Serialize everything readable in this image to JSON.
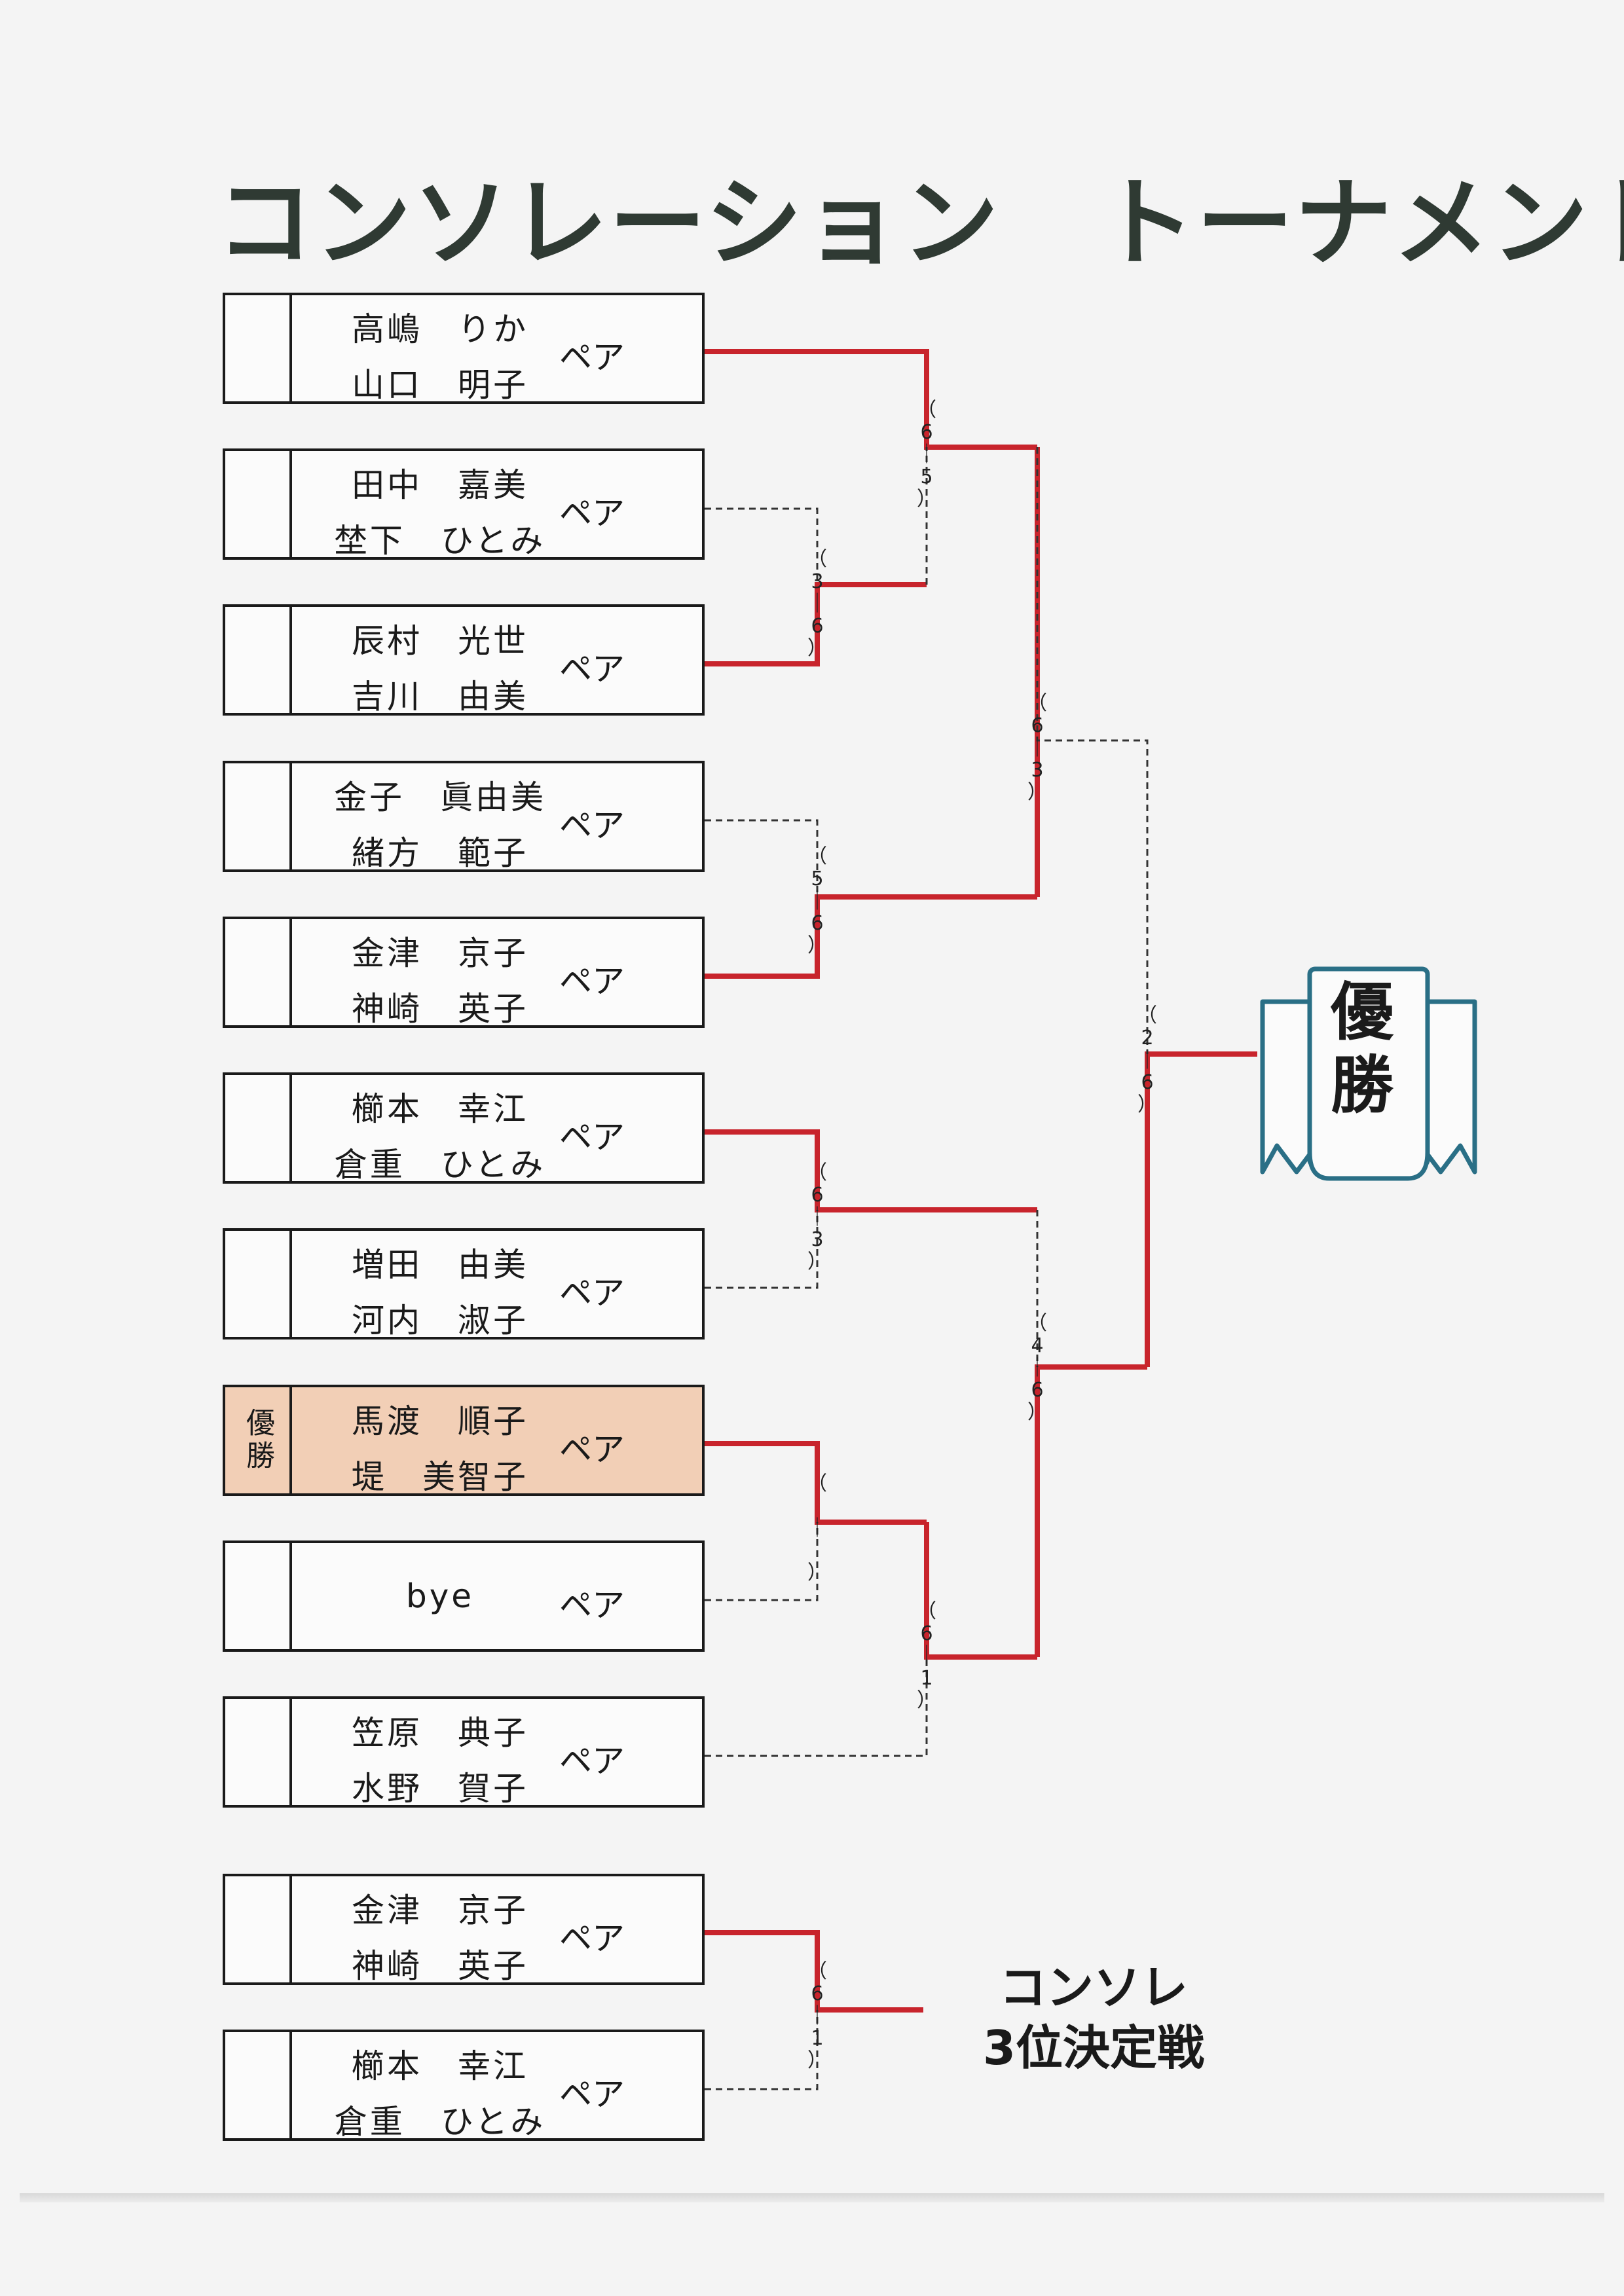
{
  "title": "コンソレーション　トーナメント",
  "pair_suffix": "ペア",
  "entries": [
    {
      "name1": "高嶋　りか",
      "name2": "山口　明子"
    },
    {
      "name1": "田中　嘉美",
      "name2": "埜下　ひとみ"
    },
    {
      "name1": "辰村　光世",
      "name2": "吉川　由美"
    },
    {
      "name1": "金子　眞由美",
      "name2": "緒方　範子"
    },
    {
      "name1": "金津　京子",
      "name2": "神崎　英子"
    },
    {
      "name1": "櫛本　幸江",
      "name2": "倉重　ひとみ"
    },
    {
      "name1": "増田　由美",
      "name2": "河内　淑子"
    },
    {
      "name1": "馬渡　順子",
      "name2": "堤　美智子",
      "badge": "優勝"
    },
    {
      "name1": "bye",
      "name2": ""
    },
    {
      "name1": "笠原　典子",
      "name2": "水野　賀子"
    }
  ],
  "third_place": [
    {
      "name1": "金津　京子",
      "name2": "神崎　英子"
    },
    {
      "name1": "櫛本　幸江",
      "name2": "倉重　ひとみ"
    }
  ],
  "scores": {
    "r1_2v3": [
      "3",
      "6"
    ],
    "r1_4v5": [
      "5",
      "6"
    ],
    "r1_6v7": [
      "6",
      "3"
    ],
    "r1_8v9": [
      "",
      ""
    ],
    "r2_1v23": [
      "6",
      "5"
    ],
    "r2_89v10": [
      "6",
      "1"
    ],
    "sf_top": [
      "6",
      "3"
    ],
    "sf_bottom": [
      "4",
      "6"
    ],
    "final": [
      "2",
      "6"
    ],
    "third": [
      "6",
      "1"
    ]
  },
  "champion_label": "優勝",
  "third_place_label_line1": "コンソレ",
  "third_place_label_line2": "3位決定戦",
  "colors": {
    "win_line": "#c8242c",
    "lose_line": "#333333",
    "champion_cell": "#f2cfb6",
    "ribbon": "#2a6f86"
  }
}
